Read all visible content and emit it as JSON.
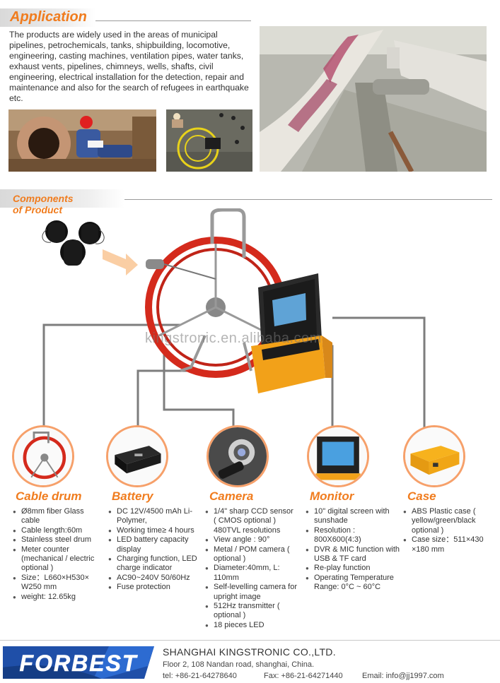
{
  "application": {
    "title": "Application",
    "text": "The products are widely used in the areas of municipal pipelines, petrochemicals, tanks, shipbuilding, locomotive, engineering, casting machines, ventilation pipes, water tanks, exhaust vents, pipelines, chimneys, wells, shafts, civil engineering, electrical installation for the detection, repair and maintenance and also for the search of refugees in earthquake etc."
  },
  "components_header": {
    "title": "Components of Product"
  },
  "watermark": "kingstronic.en.alibaba.com",
  "components": [
    {
      "title": "Cable drum",
      "items": [
        "Ø8mm fiber Glass cable",
        "Cable length:60m",
        "Stainless steel drum",
        "Meter counter (mechanical / electric optional )",
        "Size：L660×H530× W250 mm",
        "weight: 12.65kg"
      ]
    },
    {
      "title": "Battery",
      "items": [
        "DC 12V/4500 mAh Li-Polymer,",
        "Working time≥ 4 hours",
        "LED battery capacity display",
        "Charging function, LED charge indicator",
        "AC90~240V 50/60Hz",
        "Fuse protection"
      ]
    },
    {
      "title": "Camera",
      "items": [
        "1/4\" sharp CCD sensor ( CMOS optional ) 480TVL resolutions",
        "View angle : 90°",
        "Metal / POM camera ( optional )",
        "Diameter:40mm, L: 110mm",
        "Self-levelling camera for upright image",
        "512Hz transmitter ( optional )",
        "18 pieces LED"
      ]
    },
    {
      "title": "Monitor",
      "items": [
        "10\" digital screen with sunshade",
        "Resolution : 800X600(4:3)",
        "DVR & MIC function with USB & TF card",
        "Re-play function",
        "Operating Temperature Range: 0°C ~ 60°C"
      ]
    },
    {
      "title": "Case",
      "items": [
        "ABS Plastic case ( yellow/green/black optional )",
        "Case size：511×430 ×180 mm"
      ]
    }
  ],
  "footer": {
    "logo_text": "FORBEST",
    "company": "SHANGHAI KINGSTRONIC CO.,LTD.",
    "address": "Floor 2, 108 Nandan road, shanghai, China.",
    "tel": "tel: +86-21-64278640",
    "fax": "Fax: +86-21-64271440",
    "email": "Email: info@jj1997.com"
  },
  "colors": {
    "accent": "#f07c1e",
    "circle_border": "#f6a06a",
    "logo_blue": "#1f4fa8"
  }
}
